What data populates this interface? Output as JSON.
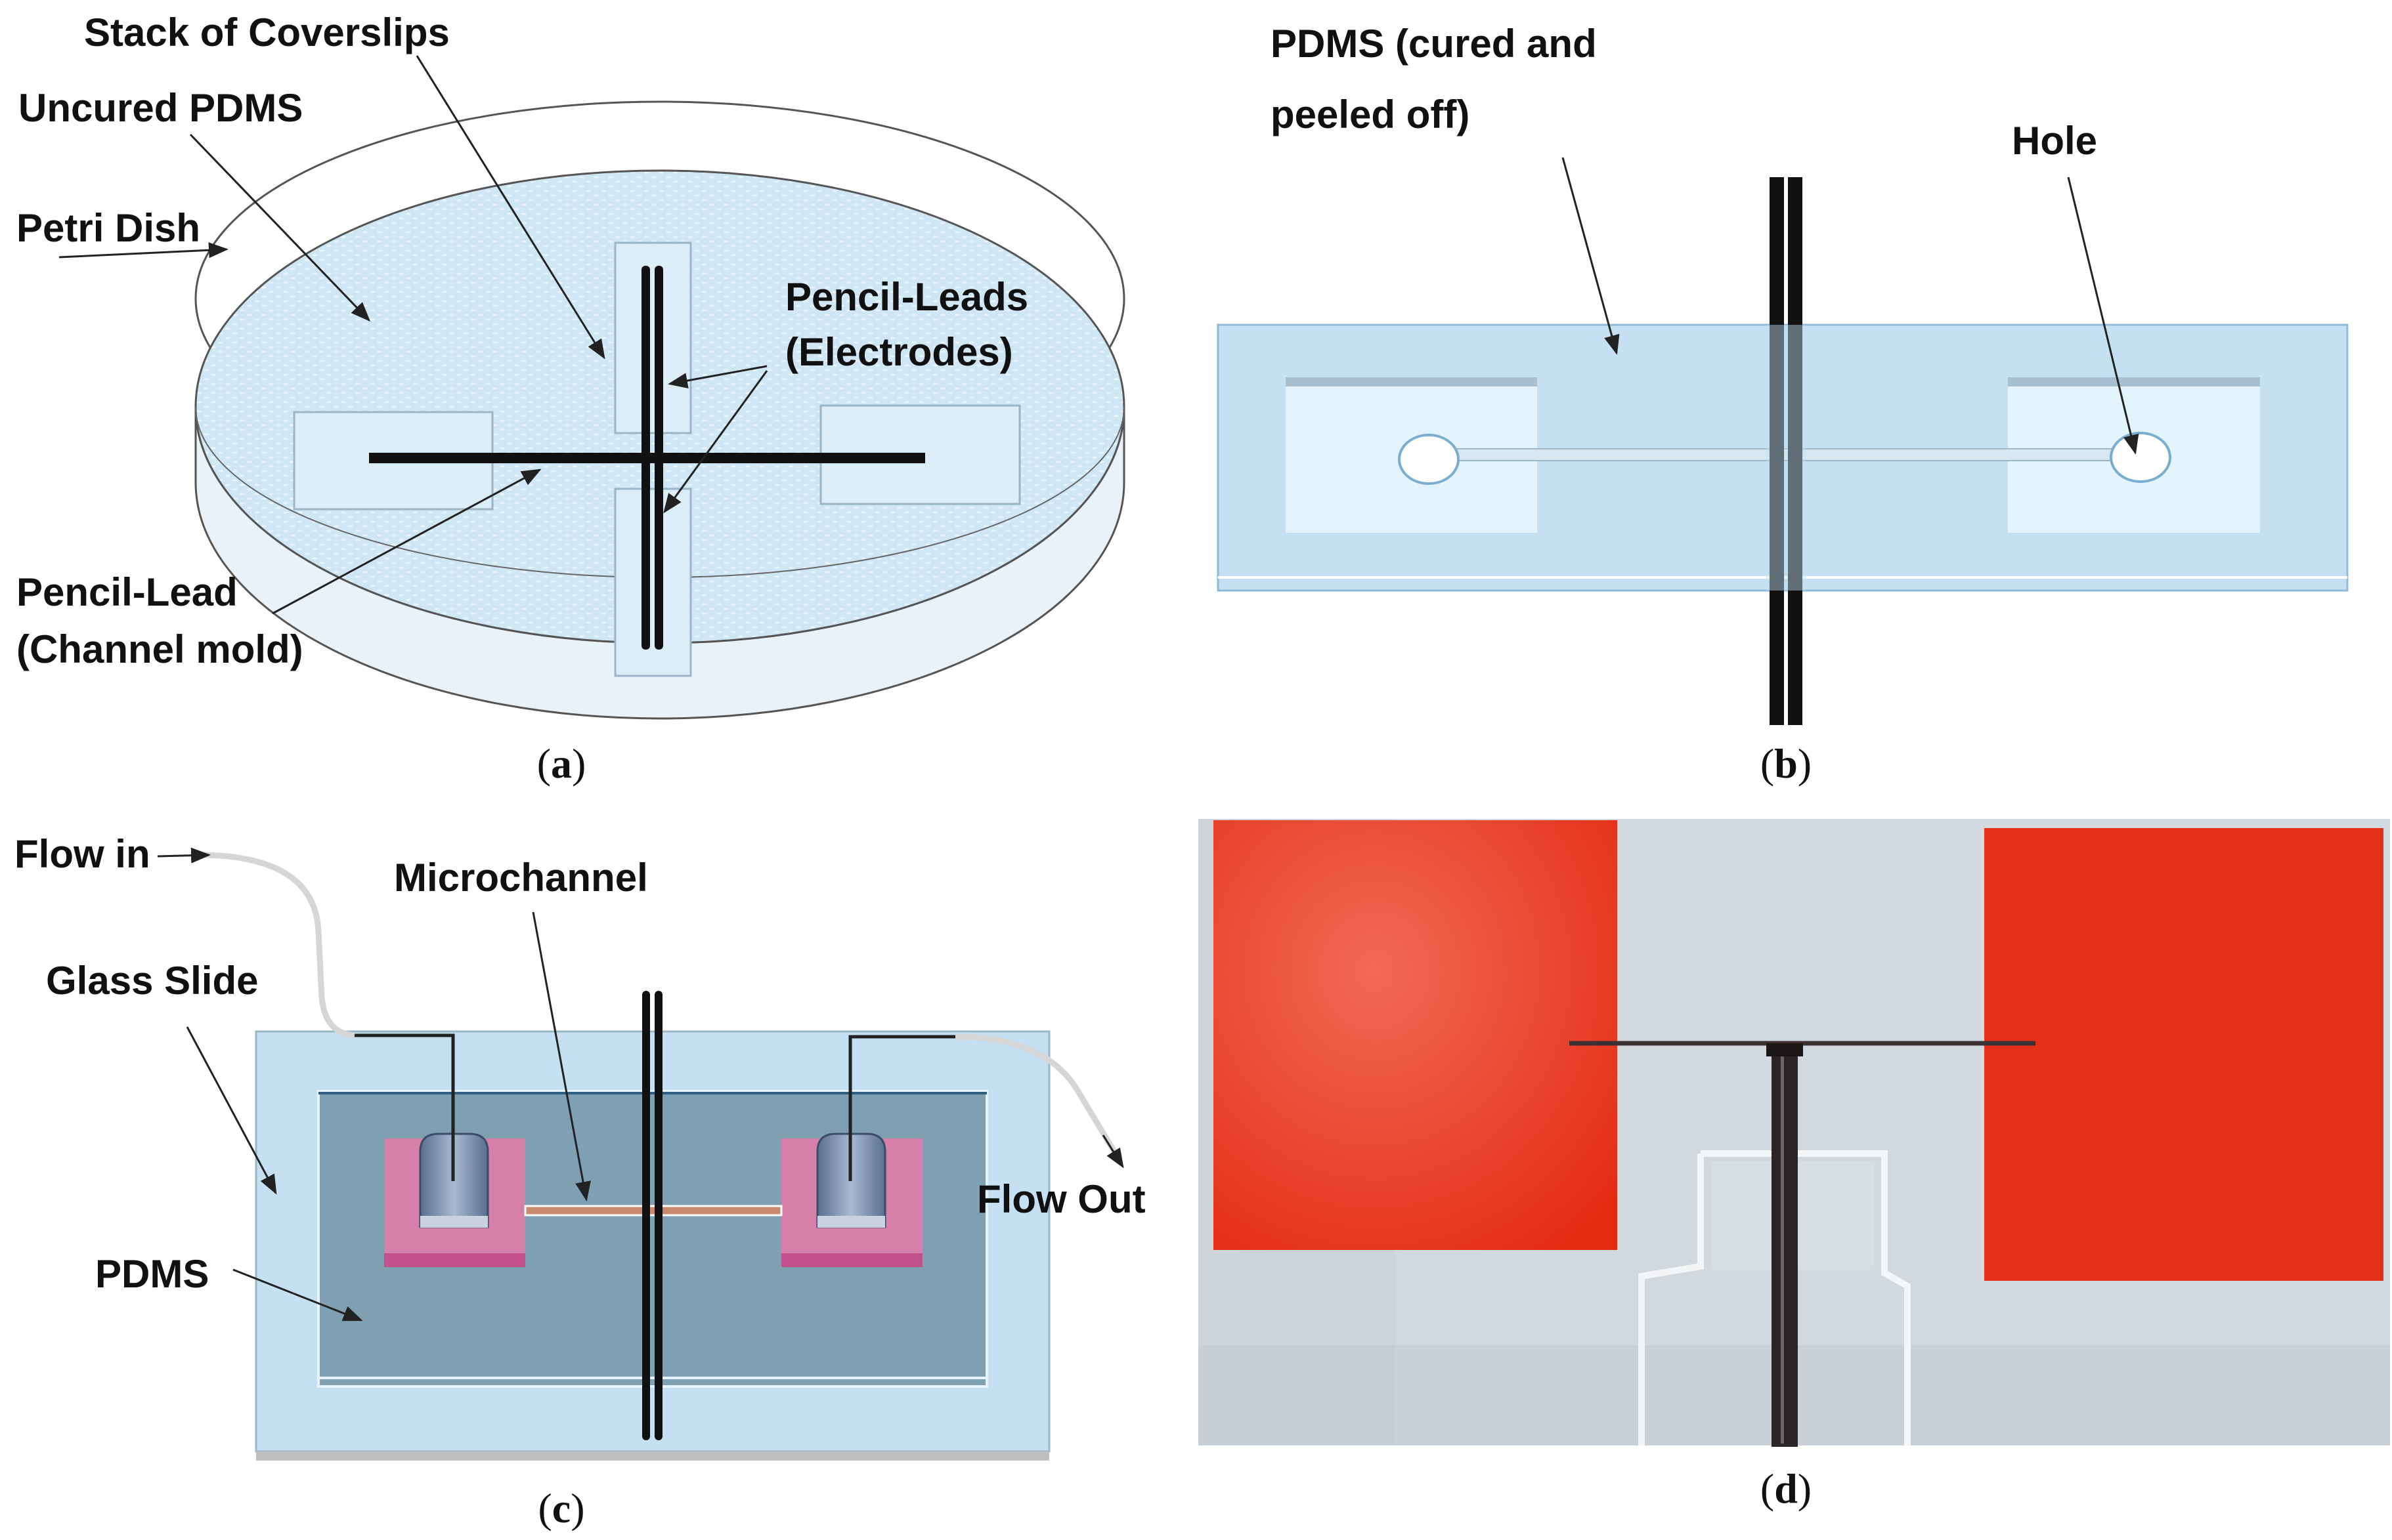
{
  "panel_a": {
    "caption_letter": "a",
    "labels": {
      "stack": "Stack of Coverslips",
      "uncured": "Uncured PDMS",
      "petri": "Petri Dish",
      "leads_line1": "Pencil-Leads",
      "leads_line2": "(Electrodes)",
      "lead_line1": "Pencil-Lead",
      "lead_line2": "(Channel mold)"
    }
  },
  "panel_b": {
    "caption_letter": "b",
    "labels": {
      "pdms_line1": "PDMS (cured and",
      "pdms_line2": "peeled off)",
      "hole": "Hole"
    }
  },
  "panel_c": {
    "caption_letter": "c",
    "labels": {
      "flow_in": "Flow in",
      "microchannel": "Microchannel",
      "glass_slide": "Glass Slide",
      "flow_out": "Flow Out",
      "pdms": "PDMS"
    }
  },
  "panel_d": {
    "caption_letter": "d"
  },
  "colors": {
    "pdms_light": "#cfe6f4",
    "electrode": "#111111",
    "reservoir_red": "#e8341c",
    "reservoir_pink": "#d67fa8",
    "chip_dark": "#7f9fb3"
  }
}
